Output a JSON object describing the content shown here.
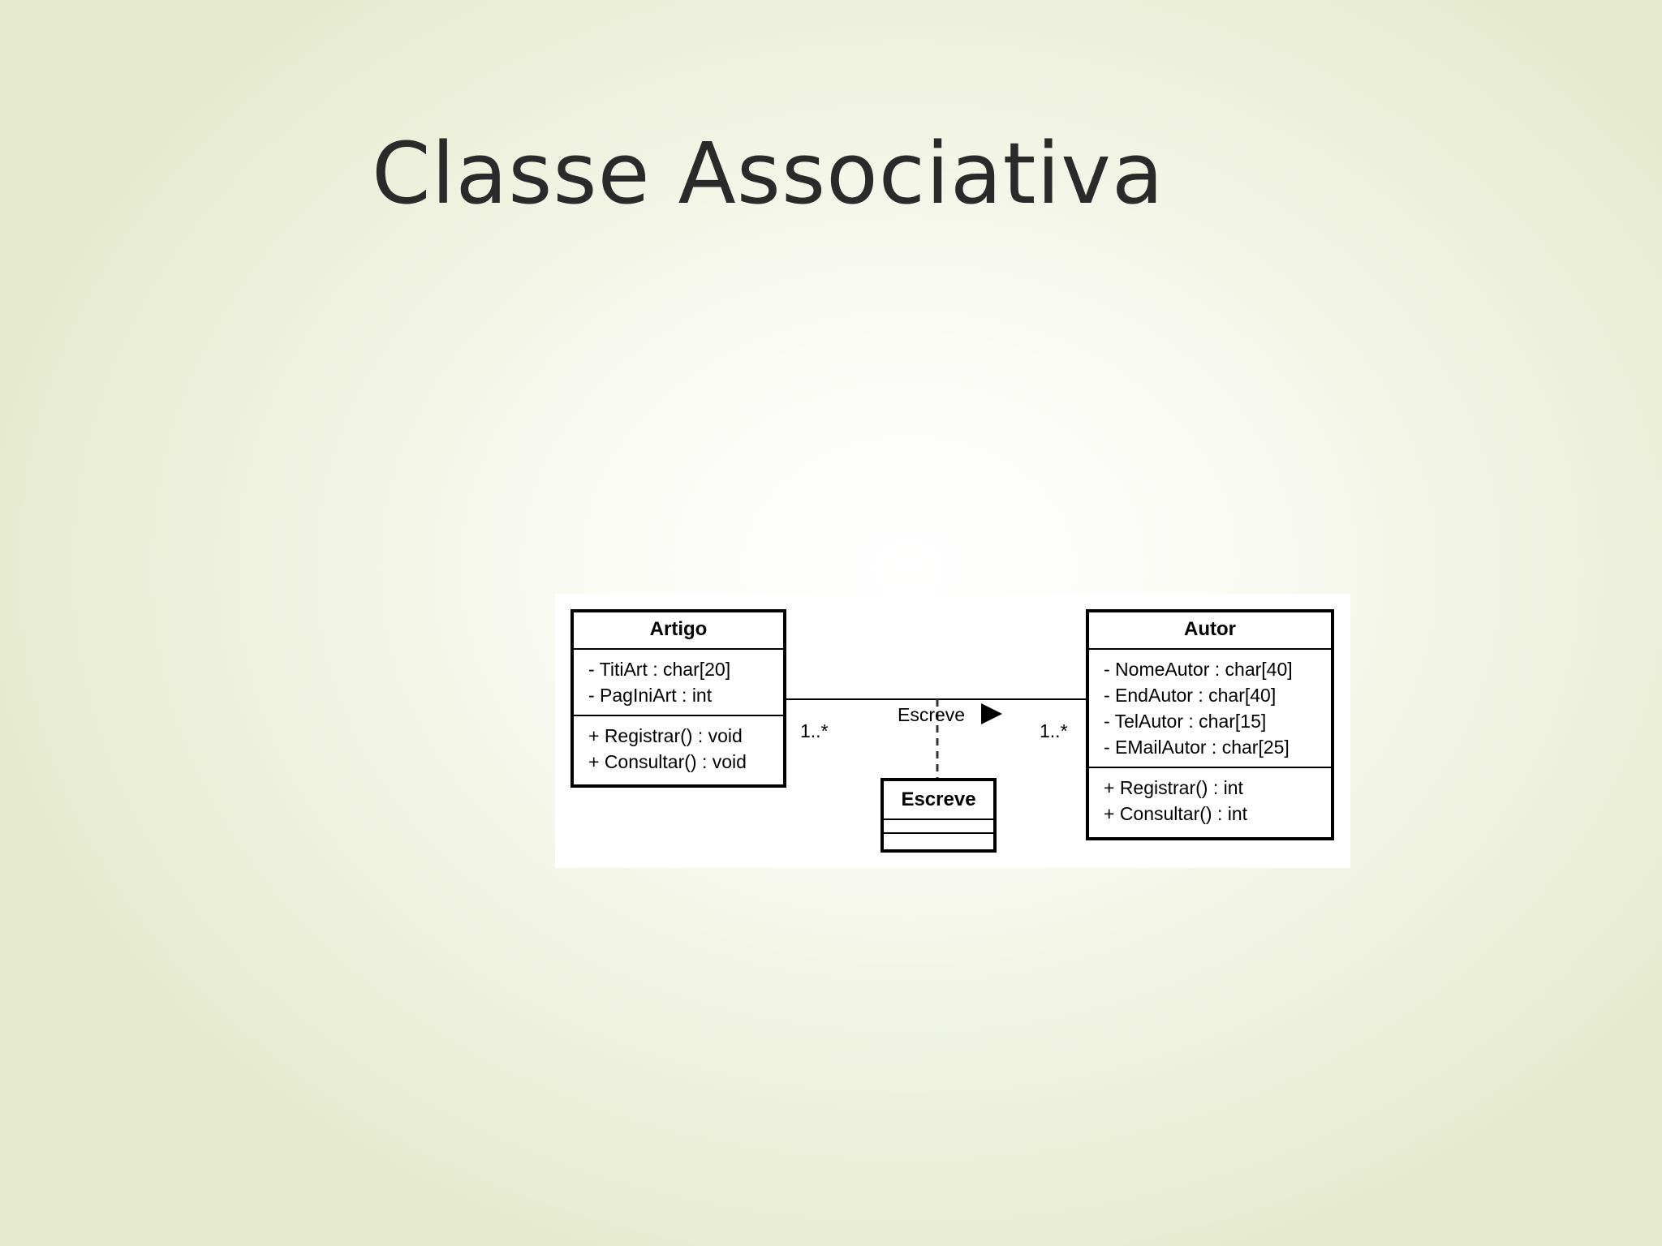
{
  "slide": {
    "title": "Classe Associativa"
  },
  "diagram": {
    "classes": {
      "artigo": {
        "name": "Artigo",
        "attributes": [
          "- TitiArt : char[20]",
          "- PagIniArt : int"
        ],
        "operations": [
          "+ Registrar() : void",
          "+ Consultar() : void"
        ]
      },
      "autor": {
        "name": "Autor",
        "attributes": [
          "- NomeAutor : char[40]",
          "- EndAutor : char[40]",
          "- TelAutor : char[15]",
          "- EMailAutor : char[25]"
        ],
        "operations": [
          "+ Registrar() : int",
          "+ Consultar() : int"
        ]
      },
      "escreve": {
        "name": "Escreve"
      }
    },
    "association": {
      "name": "Escreve",
      "direction_icon": "triangle-right-icon",
      "multiplicity_artigo": "1..*",
      "multiplicity_autor": "1..*"
    }
  }
}
